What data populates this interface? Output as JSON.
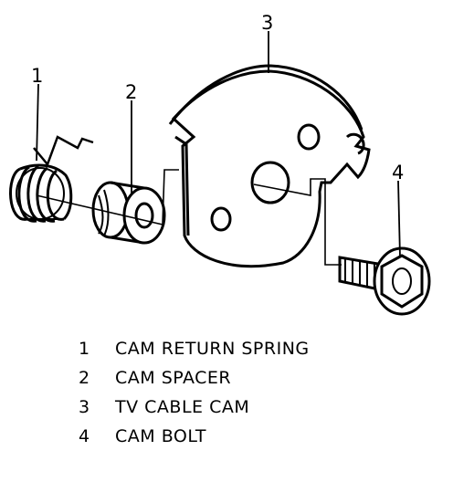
{
  "callouts": [
    "1",
    "2",
    "3",
    "4"
  ],
  "legend": [
    {
      "number": "1",
      "label": "CAM RETURN SPRING"
    },
    {
      "number": "2",
      "label": "CAM SPACER"
    },
    {
      "number": "3",
      "label": "TV CABLE CAM"
    },
    {
      "number": "4",
      "label": "CAM BOLT"
    }
  ]
}
